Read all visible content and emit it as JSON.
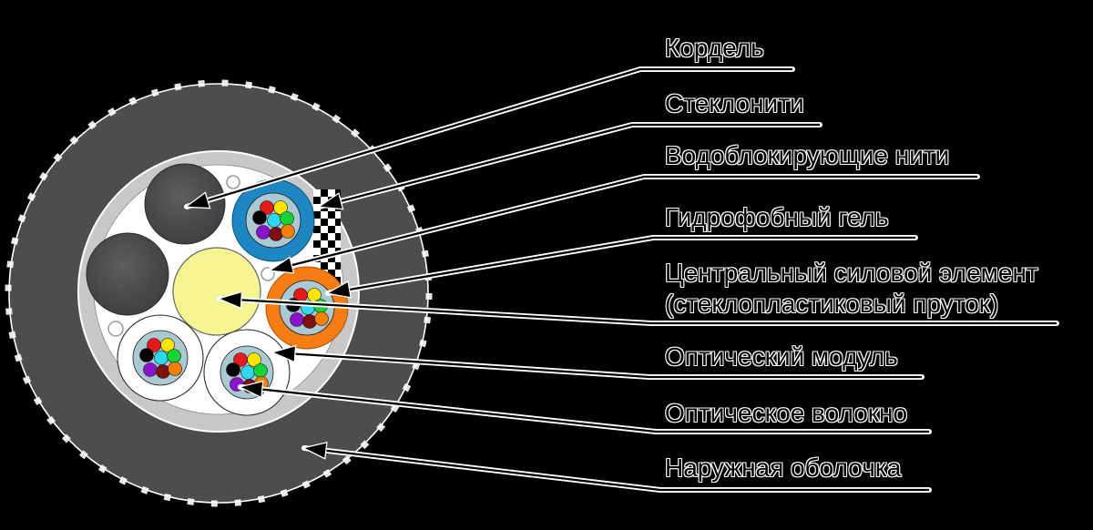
{
  "diagram": {
    "type": "fiber-optic-cable-cross-section",
    "background_color": "#000000",
    "labels": [
      {
        "text": "Кордель",
        "target": "filler-cord"
      },
      {
        "text": "Стеклонити",
        "target": "glass-yarns"
      },
      {
        "text": "Водоблокирующие нити",
        "target": "water-blocking-threads"
      },
      {
        "text": "Гидрофобный гель",
        "target": "hydrophobic-gel"
      },
      {
        "text": "Центральный силовой элемент\n(стеклопластиковый пруток)",
        "target": "central-strength-member"
      },
      {
        "text": "Оптический модуль",
        "target": "optical-module"
      },
      {
        "text": "Оптическое волокно",
        "target": "optical-fiber"
      },
      {
        "text": "Наружная оболочка",
        "target": "outer-sheath"
      }
    ],
    "colors": {
      "outer_sheath": "#4d4d4d",
      "glass_yarn_ring": "#c8c8c8",
      "core_background": "#ffffff",
      "filler_cord": "#4a4a4a",
      "module_tube_blue": "#1d86c3",
      "module_tube_orange": "#f57d14",
      "module_tube_white": "#ffffff",
      "module_gel": "#abc9d3",
      "central_element_yellow": "#f7f493",
      "label_text": "#000000",
      "label_halo": "#ffffff",
      "leader_line": "#000000"
    },
    "fiber_colors": [
      "#e51a1a",
      "#ffe400",
      "#000000",
      "#2fd8ee",
      "#16d336",
      "#8a14cc",
      "#7e1012",
      "#f57f00"
    ],
    "fiber_color_names": [
      "red",
      "yellow",
      "black",
      "aqua",
      "green",
      "violet",
      "brown",
      "orange"
    ]
  }
}
